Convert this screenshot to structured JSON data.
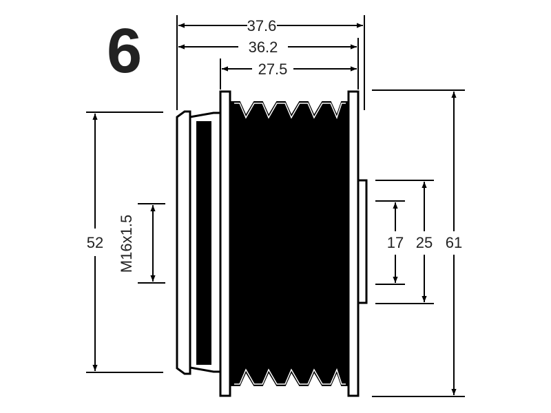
{
  "diagram": {
    "figure_number": "6",
    "dimensions": {
      "width_total": "37.6",
      "width_body": "36.2",
      "width_grooves": "27.5",
      "diameter_left": "52",
      "thread": "M16x1.5",
      "bore_inner": "17",
      "hub_diameter": "25",
      "pulley_diameter": "61"
    },
    "colors": {
      "ink": "#000000",
      "text": "#222222",
      "background": "#ffffff"
    }
  }
}
